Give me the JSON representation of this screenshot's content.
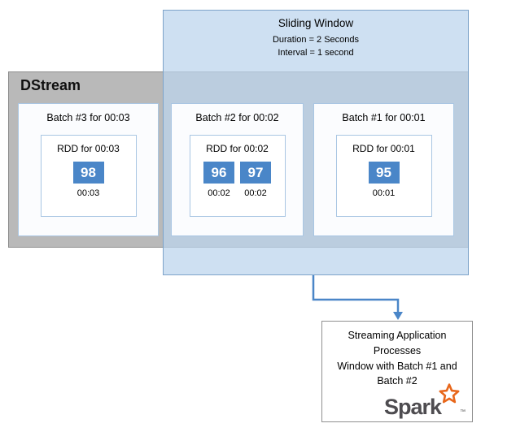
{
  "sliding_window": {
    "title": "Sliding Window",
    "duration": "Duration = 2 Seconds",
    "interval": "Interval = 1 second"
  },
  "dstream": {
    "label": "DStream",
    "batches": [
      {
        "title": "Batch #3 for 00:03",
        "rdd": {
          "title": "RDD for 00:03",
          "cells": [
            {
              "value": "98",
              "time": "00:03"
            }
          ]
        }
      },
      {
        "title": "Batch #2 for 00:02",
        "rdd": {
          "title": "RDD for 00:02",
          "cells": [
            {
              "value": "96",
              "time": "00:02"
            },
            {
              "value": "97",
              "time": "00:02"
            }
          ]
        }
      },
      {
        "title": "Batch #1 for 00:01",
        "rdd": {
          "title": "RDD for 00:01",
          "cells": [
            {
              "value": "95",
              "time": "00:01"
            }
          ]
        }
      }
    ]
  },
  "process_box": {
    "lines": [
      "Streaming Application",
      "Processes",
      "Window with Batch #1 and",
      "Batch #2"
    ],
    "logo_text": "Spark",
    "logo_tm": "™"
  },
  "colors": {
    "cell_blue": "#4a86c8",
    "window_fill": "#bdd5ee",
    "window_border": "#7da3c9",
    "dstream_gray": "#b9b9b9",
    "arrow_blue": "#4a86c8",
    "spark_orange": "#e8671b"
  }
}
